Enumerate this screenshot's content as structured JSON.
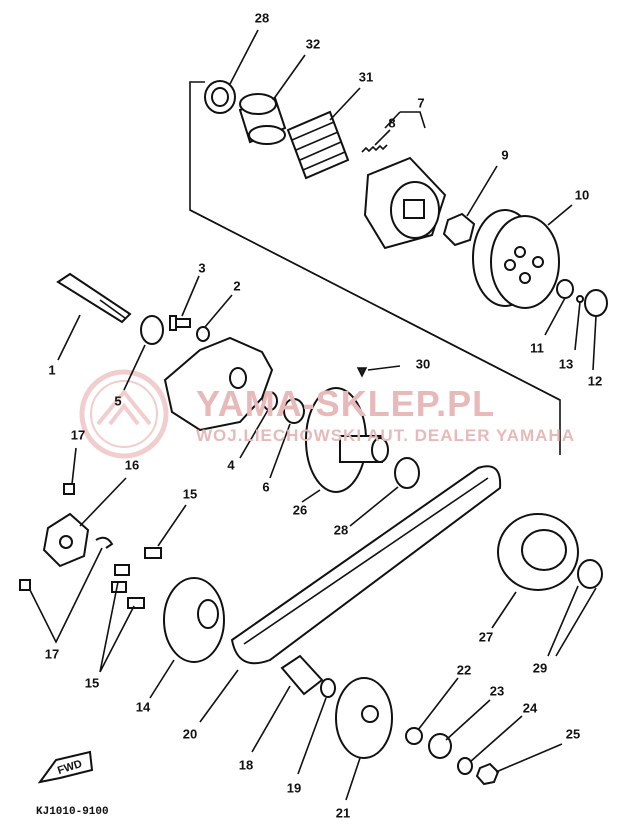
{
  "watermark": {
    "main": "YAMA-SKLEP.PL",
    "sub": "WOJ.LIECHOWSKI AUT. DEALER YAMAHA",
    "logo_color": "#e6a5a5"
  },
  "diagram": {
    "reference_code": "KJ1010-9100",
    "fwd_label": "FWD",
    "callouts": [
      {
        "id": "c28a",
        "text": "28"
      },
      {
        "id": "c32",
        "text": "32"
      },
      {
        "id": "c31",
        "text": "31"
      },
      {
        "id": "c7",
        "text": "7"
      },
      {
        "id": "c8",
        "text": "8"
      },
      {
        "id": "c9",
        "text": "9"
      },
      {
        "id": "c10",
        "text": "10"
      },
      {
        "id": "c3",
        "text": "3"
      },
      {
        "id": "c2",
        "text": "2"
      },
      {
        "id": "c1",
        "text": "1"
      },
      {
        "id": "c5",
        "text": "5"
      },
      {
        "id": "c11",
        "text": "11"
      },
      {
        "id": "c13",
        "text": "13"
      },
      {
        "id": "c12",
        "text": "12"
      },
      {
        "id": "c30",
        "text": "30"
      },
      {
        "id": "c17a",
        "text": "17"
      },
      {
        "id": "c16",
        "text": "16"
      },
      {
        "id": "c4",
        "text": "4"
      },
      {
        "id": "c6",
        "text": "6"
      },
      {
        "id": "c26",
        "text": "26"
      },
      {
        "id": "c28b",
        "text": "28"
      },
      {
        "id": "c15a",
        "text": "15"
      },
      {
        "id": "c17b",
        "text": "17"
      },
      {
        "id": "c15b",
        "text": "15"
      },
      {
        "id": "c14",
        "text": "14"
      },
      {
        "id": "c27",
        "text": "27"
      },
      {
        "id": "c29",
        "text": "29"
      },
      {
        "id": "c22",
        "text": "22"
      },
      {
        "id": "c23",
        "text": "23"
      },
      {
        "id": "c24",
        "text": "24"
      },
      {
        "id": "c25",
        "text": "25"
      },
      {
        "id": "c20",
        "text": "20"
      },
      {
        "id": "c18",
        "text": "18"
      },
      {
        "id": "c19",
        "text": "19"
      },
      {
        "id": "c21",
        "text": "21"
      }
    ]
  }
}
